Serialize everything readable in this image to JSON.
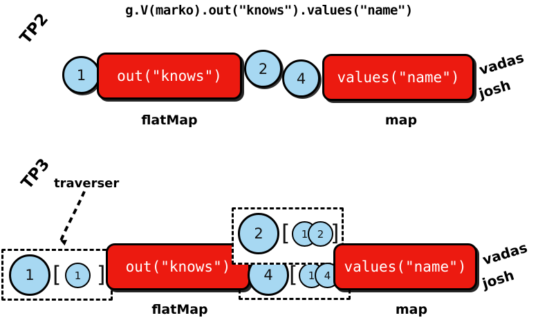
{
  "title": "g.V(marko).out(\"knows\").values(\"name\")",
  "colors": {
    "step_red": "#ec1a10",
    "traverser_blue": "#a7d8f2",
    "outline": "#000000",
    "step_text": "#ffffff",
    "background": "#ffffff"
  },
  "stages": [
    {
      "id": "tp2",
      "label": "TP2",
      "inputs": [
        {
          "value": "1"
        }
      ],
      "steps": [
        {
          "name": "out(\"knows\")",
          "caption": "flatMap"
        },
        {
          "name": "values(\"name\")",
          "caption": "map"
        }
      ],
      "intermediates": [
        {
          "value": "2"
        },
        {
          "value": "4"
        }
      ],
      "outputs": [
        "vadas",
        "josh"
      ]
    },
    {
      "id": "tp3",
      "label": "TP3",
      "annotation": "traverser",
      "steps": [
        {
          "name": "out(\"knows\")",
          "caption": "flatMap"
        },
        {
          "name": "values(\"name\")",
          "caption": "map"
        }
      ],
      "traversers": [
        {
          "object": "1",
          "path": [
            "1"
          ],
          "open": "[",
          "close": "]"
        },
        {
          "object": "2",
          "path": [
            "1",
            "2"
          ],
          "open": "[",
          "close": "]"
        },
        {
          "object": "4",
          "path": [
            "1",
            "4"
          ],
          "open": "[",
          "close": "]"
        }
      ],
      "outputs": [
        "vadas",
        "josh"
      ]
    }
  ]
}
